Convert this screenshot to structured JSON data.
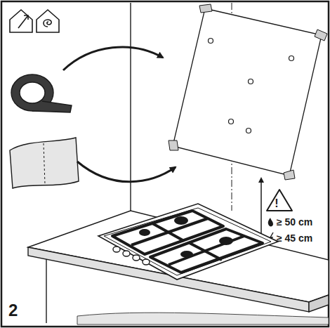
{
  "diagram": {
    "labels": [
      "!",
      "≥ 50 cm",
      "≥ 45 cm",
      "2"
    ]
  }
}
